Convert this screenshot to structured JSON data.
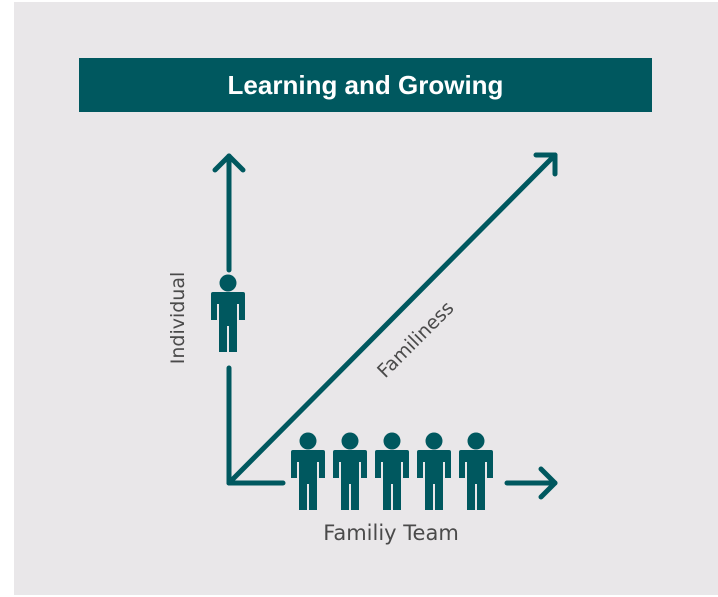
{
  "title": "Learning and Growing",
  "labels": {
    "vertical": "Individual",
    "diagonal": "Familiness",
    "horizontal": "Familiy Team"
  },
  "colors": {
    "accent": "#00585f",
    "background": "#e9e7e9",
    "text": "#4a4a4a"
  },
  "icons": {
    "single": "person-icon",
    "group": "team-icon"
  }
}
